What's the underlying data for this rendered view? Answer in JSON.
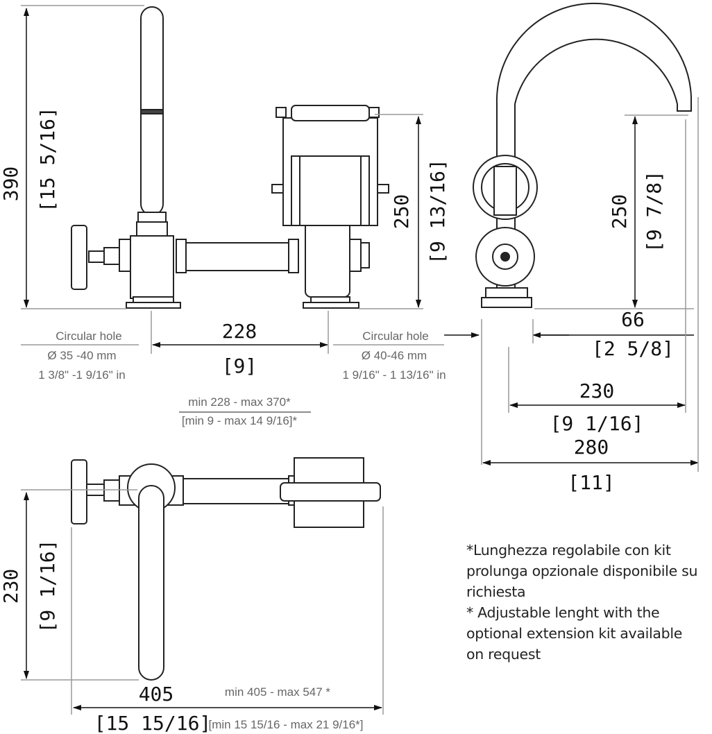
{
  "front_view": {
    "height_mm": "390",
    "height_in": "[15 5/16]",
    "body_height_mm": "250",
    "body_height_in": "[9 13/16]",
    "spacing_mm": "228",
    "spacing_in": "[9]",
    "spacing_range_mm": "min 228 - max 370*",
    "spacing_range_in": "[min 9 - max 14 9/16]*",
    "hole_left": {
      "label": "Circular hole",
      "mm": "Ø 35 -40  mm",
      "in": "1 3/8\" -1 9/16\" in"
    },
    "hole_right": {
      "label": "Circular hole",
      "mm": "Ø 40-46  mm",
      "in": "1 9/16\" - 1 13/16\" in"
    }
  },
  "side_view": {
    "height_mm": "250",
    "height_in": "[9 7/8]",
    "base_mm": "66",
    "base_in": "[2 5/8]",
    "reach_mm": "230",
    "reach_in": "[9 1/16]",
    "depth_mm": "280",
    "depth_in": "[11]"
  },
  "top_view": {
    "spout_mm": "230",
    "spout_in": "[9 1/16]",
    "length_mm": "405",
    "length_in": "[15 15/16]",
    "length_range_mm": "min 405 - max 547 *",
    "length_range_in": "[min 15 15/16  - max 21 9/16*]"
  },
  "notes": {
    "line1": "*Lunghezza regolabile con kit",
    "line2": "prolunga opzionale disponibile su",
    "line3": "richiesta",
    "line4": "* Adjustable lenght with the",
    "line5": "optional extension kit available",
    "line6": "on request"
  }
}
